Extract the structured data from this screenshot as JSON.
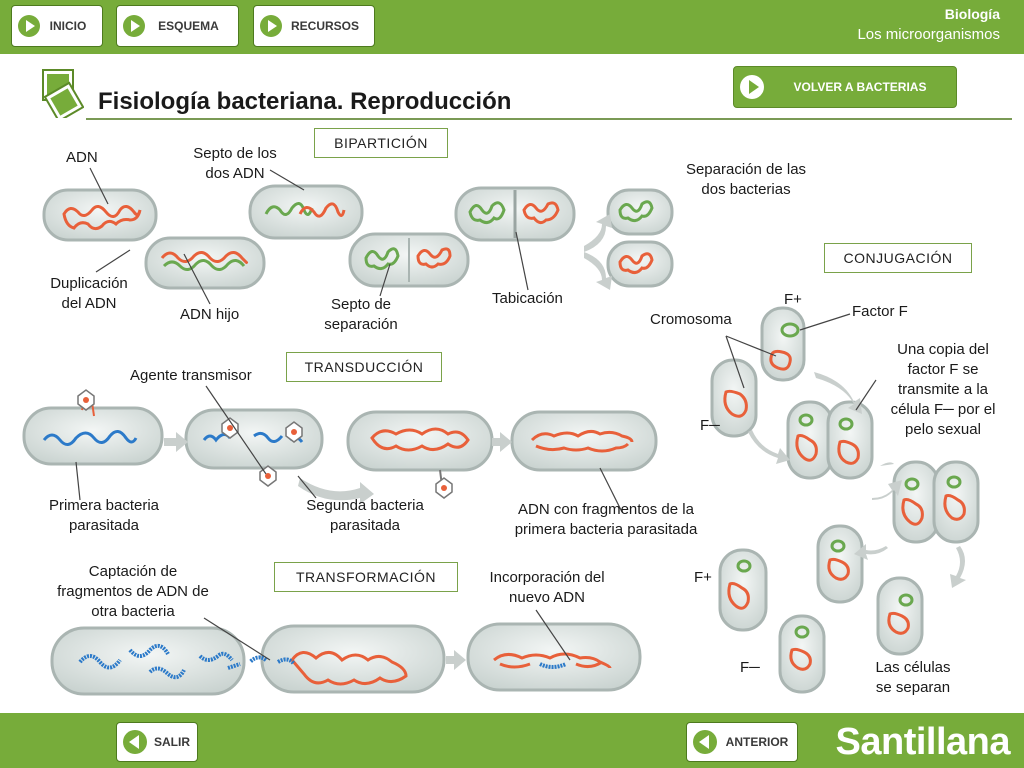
{
  "nav": {
    "inicio": "INICIO",
    "esquema": "ESQUEMA",
    "recursos": "RECURSOS"
  },
  "subject": {
    "name": "Biología",
    "topic": "Los microorganismos"
  },
  "page_title": "Fisiología bacteriana. Reproducción",
  "back_button": "VOLVER A BACTERIAS",
  "sections": {
    "biparticion": "BIPARTICIÓN",
    "conjugacion": "CONJUGACIÓN",
    "transduccion": "TRANSDUCCIÓN",
    "transformacion": "TRANSFORMACIÓN"
  },
  "labels": {
    "adn": "ADN",
    "septo_dos_adn": [
      "Septo de los",
      "dos ADN"
    ],
    "separacion_bacterias": [
      "Separación de las",
      "dos bacterias"
    ],
    "duplicacion_adn": [
      "Duplicación",
      "del ADN"
    ],
    "adn_hijo": "ADN hijo",
    "septo_separacion": [
      "Septo de",
      "separación"
    ],
    "tabicacion": "Tabicación",
    "f_plus_top": "F+",
    "factor_f": "Factor F",
    "cromosoma": "Cromosoma",
    "copia_factor_f": [
      "Una copia del",
      "factor F se",
      "transmite a la",
      "célula F─ por el",
      "pelo sexual"
    ],
    "f_minus_top": "F─",
    "agente_transmisor": "Agente transmisor",
    "primera_bacteria": [
      "Primera bacteria",
      "parasitada"
    ],
    "segunda_bacteria": [
      "Segunda bacteria",
      "parasitada"
    ],
    "adn_fragmentos": [
      "ADN con fragmentos de la",
      "primera bacteria parasitada"
    ],
    "captacion": [
      "Captación de",
      "fragmentos de ADN de",
      "otra bacteria"
    ],
    "incorporacion": [
      "Incorporación del",
      "nuevo ADN"
    ],
    "f_plus_bottom": "F+",
    "f_minus_bottom": "F─",
    "celulas_separan": [
      "Las células",
      "se separan"
    ]
  },
  "bottom": {
    "salir": "SALIR",
    "anterior": "ANTERIOR",
    "brand": "Santillana"
  },
  "colors": {
    "accent_green": "#77ac3a",
    "dna_orange": "#e8603a",
    "dna_green": "#6aa84f",
    "dna_blue": "#2c7ac9",
    "cell_fill": "#dfe7e4",
    "cell_wall": "#b9c3c0"
  }
}
